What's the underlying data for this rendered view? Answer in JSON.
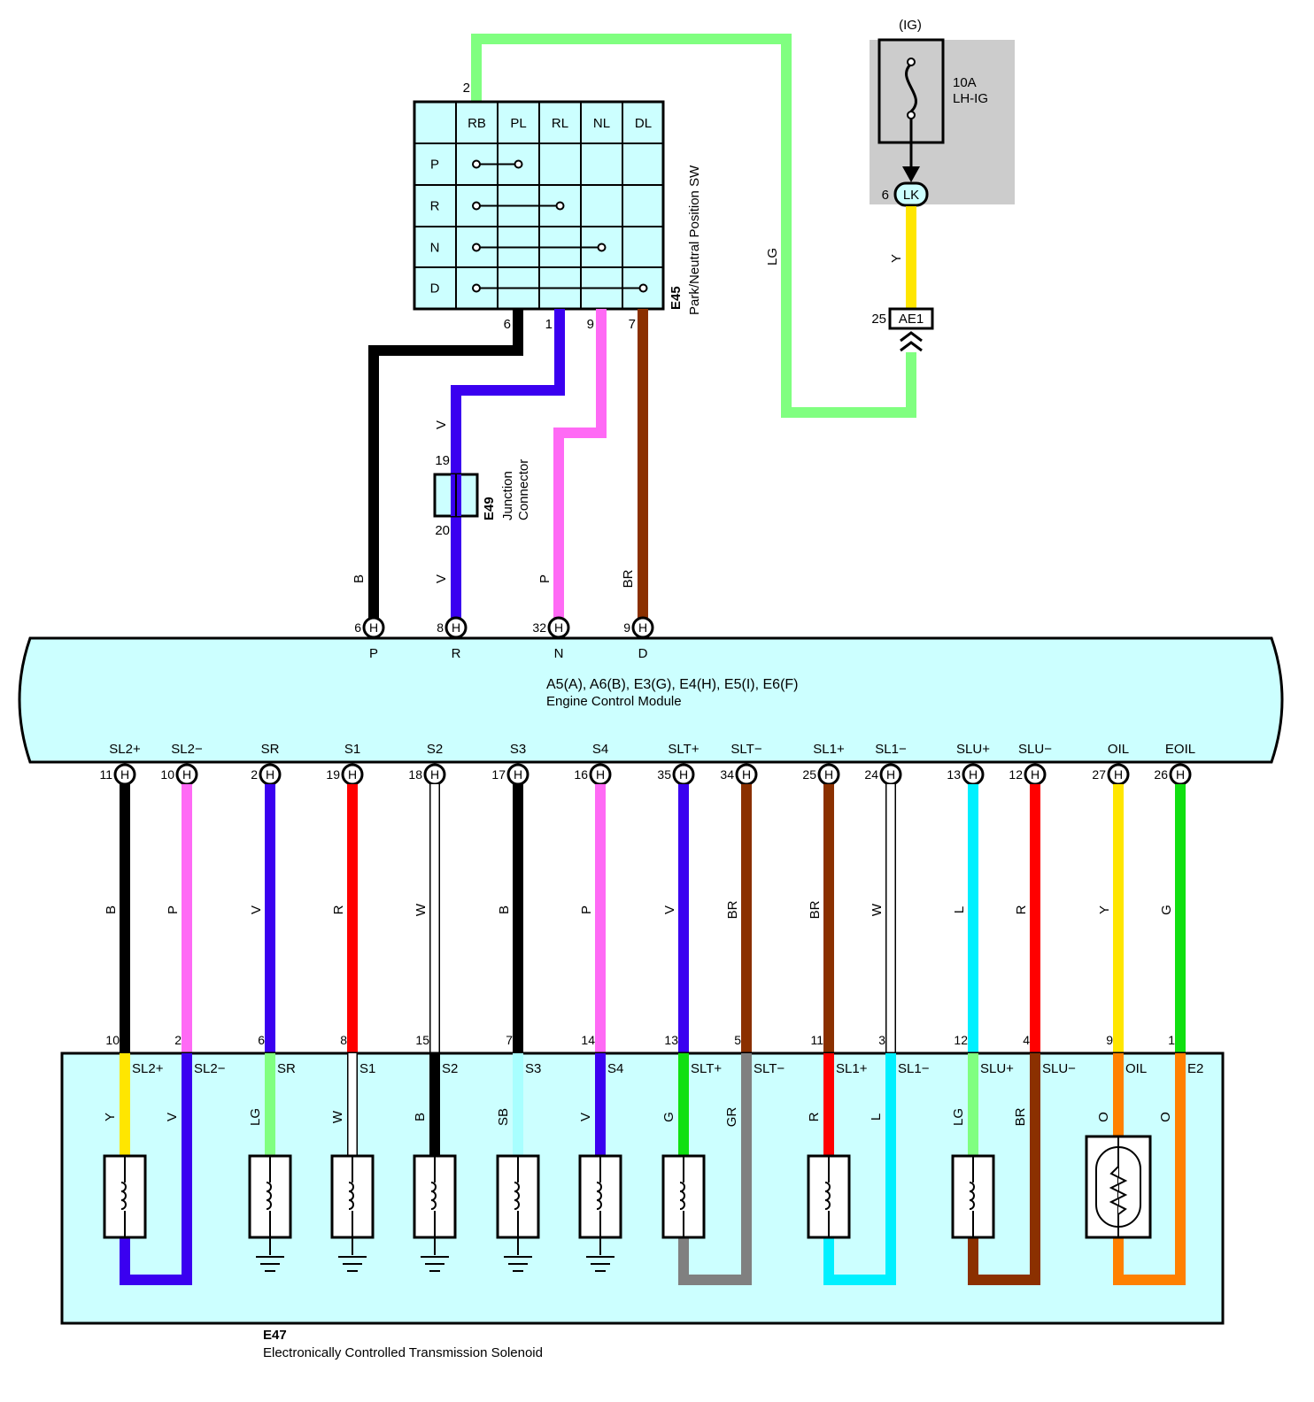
{
  "colors": {
    "B": "#000000",
    "P": "#ff6af5",
    "V": "#3a00f0",
    "R": "#ff0000",
    "W": "#ffffff",
    "BR": "#8b3000",
    "L": "#00f0ff",
    "Y": "#ffe600",
    "G": "#10e010",
    "LG": "#80ff80",
    "SB": "#a8ffff",
    "GR": "#808080",
    "O": "#ff8000",
    "component_fill": "#ccffff",
    "fuse_box_fill": "#cccccc"
  },
  "fuse": {
    "supply": "(IG)",
    "rating": "10A",
    "name": "LH-IG",
    "pin": "6",
    "connector": "LK",
    "wire": "Y"
  },
  "ae1": {
    "pin": "25",
    "name": "AE1"
  },
  "ig_wire": {
    "pin": "2",
    "color": "LG"
  },
  "e45": {
    "code": "E45",
    "name": "Park/Neutral Position SW",
    "columns": [
      "RB",
      "PL",
      "RL",
      "NL",
      "DL"
    ],
    "rows": [
      "P",
      "R",
      "N",
      "D"
    ],
    "pins": [
      "6",
      "1",
      "9",
      "7"
    ]
  },
  "e49": {
    "code": "E49",
    "name1": "Junction",
    "name2": "Connector",
    "pin_in": "19",
    "pin_out": "20"
  },
  "ecm": {
    "title": "A5(A), A6(B), E3(G), E4(H), E5(I), E6(F)",
    "name": "Engine Control Module",
    "top_pins": [
      {
        "pin": "6",
        "letter": "H",
        "signal": "P",
        "color": "B"
      },
      {
        "pin": "8",
        "letter": "H",
        "signal": "R",
        "color": "V"
      },
      {
        "pin": "32",
        "letter": "H",
        "signal": "N",
        "color": "P"
      },
      {
        "pin": "9",
        "letter": "H",
        "signal": "D",
        "color": "BR"
      }
    ],
    "bottom_pins": [
      {
        "signal": "SL2+",
        "pin": "11",
        "letter": "H",
        "color": "B"
      },
      {
        "signal": "SL2−",
        "pin": "10",
        "letter": "H",
        "color": "P"
      },
      {
        "signal": "SR",
        "pin": "2",
        "letter": "H",
        "color": "V"
      },
      {
        "signal": "S1",
        "pin": "19",
        "letter": "H",
        "color": "R"
      },
      {
        "signal": "S2",
        "pin": "18",
        "letter": "H",
        "color": "W"
      },
      {
        "signal": "S3",
        "pin": "17",
        "letter": "H",
        "color": "B"
      },
      {
        "signal": "S4",
        "pin": "16",
        "letter": "H",
        "color": "P"
      },
      {
        "signal": "SLT+",
        "pin": "35",
        "letter": "H",
        "color": "V"
      },
      {
        "signal": "SLT−",
        "pin": "34",
        "letter": "H",
        "color": "BR"
      },
      {
        "signal": "SL1+",
        "pin": "25",
        "letter": "H",
        "color": "BR"
      },
      {
        "signal": "SL1−",
        "pin": "24",
        "letter": "H",
        "color": "W"
      },
      {
        "signal": "SLU+",
        "pin": "13",
        "letter": "H",
        "color": "L"
      },
      {
        "signal": "SLU−",
        "pin": "12",
        "letter": "H",
        "color": "R"
      },
      {
        "signal": "OIL",
        "pin": "27",
        "letter": "H",
        "color": "Y"
      },
      {
        "signal": "EOIL",
        "pin": "26",
        "letter": "H",
        "color": "G"
      }
    ]
  },
  "e47": {
    "code": "E47",
    "name": "Electronically Controlled Transmission Solenoid",
    "pins": [
      {
        "pin": "10",
        "signal": "SL2+",
        "inner_color": "Y"
      },
      {
        "pin": "2",
        "signal": "SL2−",
        "inner_color": "V"
      },
      {
        "pin": "6",
        "signal": "SR",
        "inner_color": "LG"
      },
      {
        "pin": "8",
        "signal": "S1",
        "inner_color": "W"
      },
      {
        "pin": "15",
        "signal": "S2",
        "inner_color": "B"
      },
      {
        "pin": "7",
        "signal": "S3",
        "inner_color": "SB"
      },
      {
        "pin": "14",
        "signal": "S4",
        "inner_color": "V"
      },
      {
        "pin": "13",
        "signal": "SLT+",
        "inner_color": "G"
      },
      {
        "pin": "5",
        "signal": "SLT−",
        "inner_color": "GR"
      },
      {
        "pin": "11",
        "signal": "SL1+",
        "inner_color": "R"
      },
      {
        "pin": "3",
        "signal": "SL1−",
        "inner_color": "L"
      },
      {
        "pin": "12",
        "signal": "SLU+",
        "inner_color": "LG"
      },
      {
        "pin": "4",
        "signal": "SLU−",
        "inner_color": "BR"
      },
      {
        "pin": "9",
        "signal": "OIL",
        "inner_color": "O"
      },
      {
        "pin": "1",
        "signal": "E2",
        "inner_color": "O"
      }
    ]
  }
}
